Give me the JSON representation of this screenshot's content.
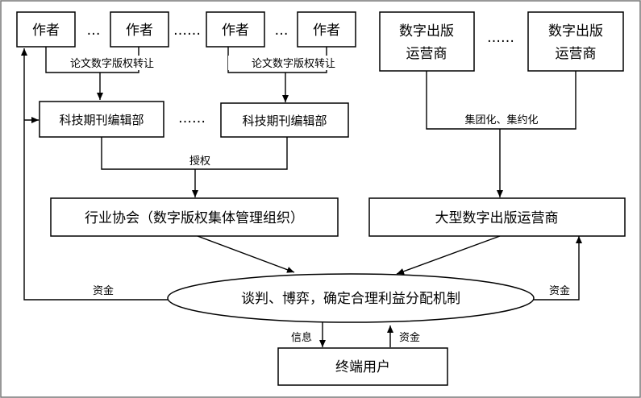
{
  "nodes": {
    "author_1": "作者",
    "author_2": "作者",
    "author_3": "作者",
    "author_4": "作者",
    "operator_1_line1": "数字出版",
    "operator_1_line2": "运营商",
    "operator_2_line1": "数字出版",
    "operator_2_line2": "运营商",
    "journal_1": "科技期刊编辑部",
    "journal_2": "科技期刊编辑部",
    "association": "行业协会（数字版权集体管理组织）",
    "large_operator": "大型数字出版运营商",
    "negotiation": "谈判、博弈，确定合理利益分配机制",
    "end_user": "终端用户"
  },
  "edge_labels": {
    "copyright_transfer_1": "论文数字版权转让",
    "copyright_transfer_2": "论文数字版权转让",
    "authorize": "授权",
    "consolidation": "集团化、集约化",
    "funds_left": "资金",
    "funds_right": "资金",
    "info": "信息",
    "funds_user": "资金"
  },
  "ellipses": {
    "authors_gap_1": "…",
    "authors_gap_2": "……",
    "authors_gap_3": "…",
    "operators_gap": "……",
    "journals_gap": "……"
  }
}
